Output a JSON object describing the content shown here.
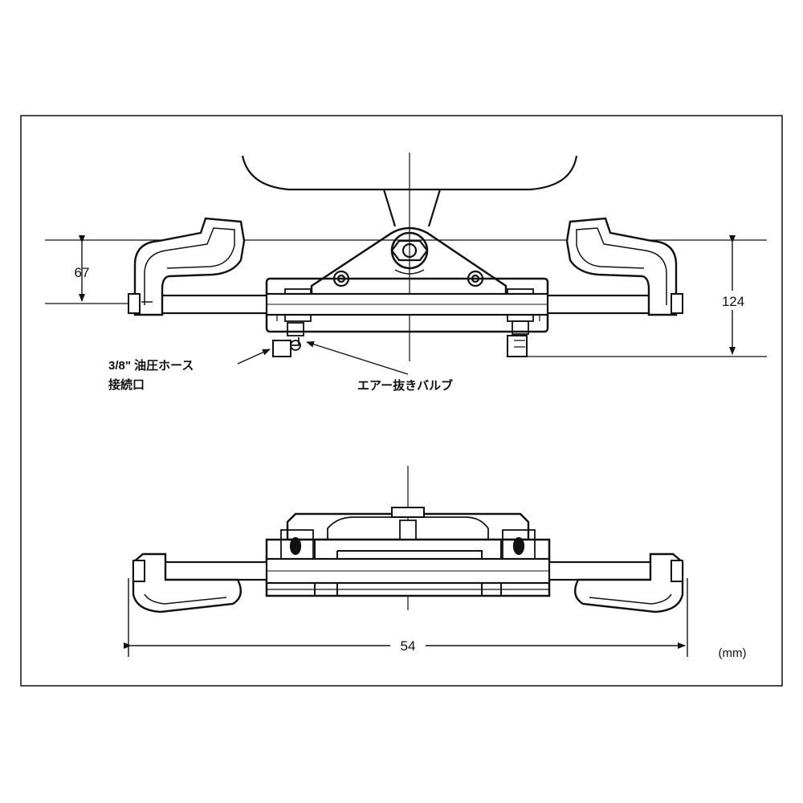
{
  "diagram": {
    "dimensions": {
      "height_upper": "67",
      "height_total": "124",
      "width_total": "54",
      "unit": "(mm)"
    },
    "callouts": {
      "hose_port_line1": "3/8\" 油圧ホース",
      "hose_port_line2": "接続口",
      "air_valve": "エアー抜きバルブ"
    },
    "colors": {
      "line": "#111111",
      "background": "#ffffff"
    }
  }
}
